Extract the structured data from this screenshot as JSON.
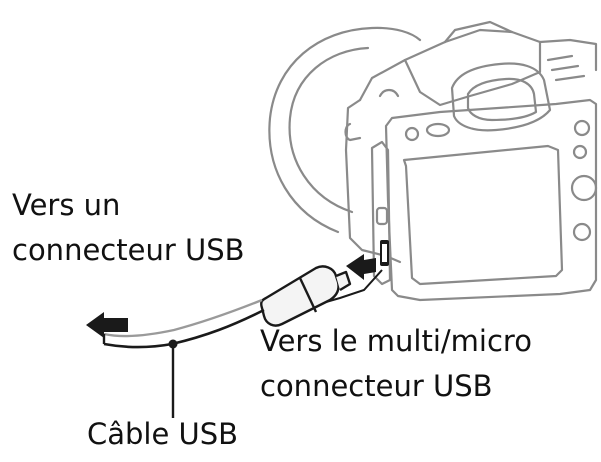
{
  "labels": {
    "usb_connector_line1": "Vers un",
    "usb_connector_line2": "connecteur USB",
    "multi_line1": "Vers le multi/micro",
    "multi_line2": "connecteur USB",
    "cable": "Câble USB"
  },
  "colors": {
    "ink": "#1a1a1a",
    "line_gray": "#8a8a8a",
    "fill_light": "#f4f4f4"
  }
}
